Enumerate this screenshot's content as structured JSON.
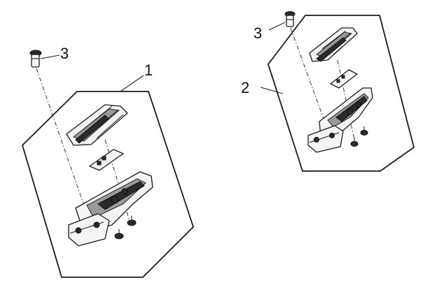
{
  "callouts": {
    "left_assembly": "1",
    "right_assembly": "2",
    "left_bolt": "3",
    "right_bolt": "3"
  },
  "colors": {
    "line": "#1a1a1a",
    "background": "#ffffff"
  }
}
